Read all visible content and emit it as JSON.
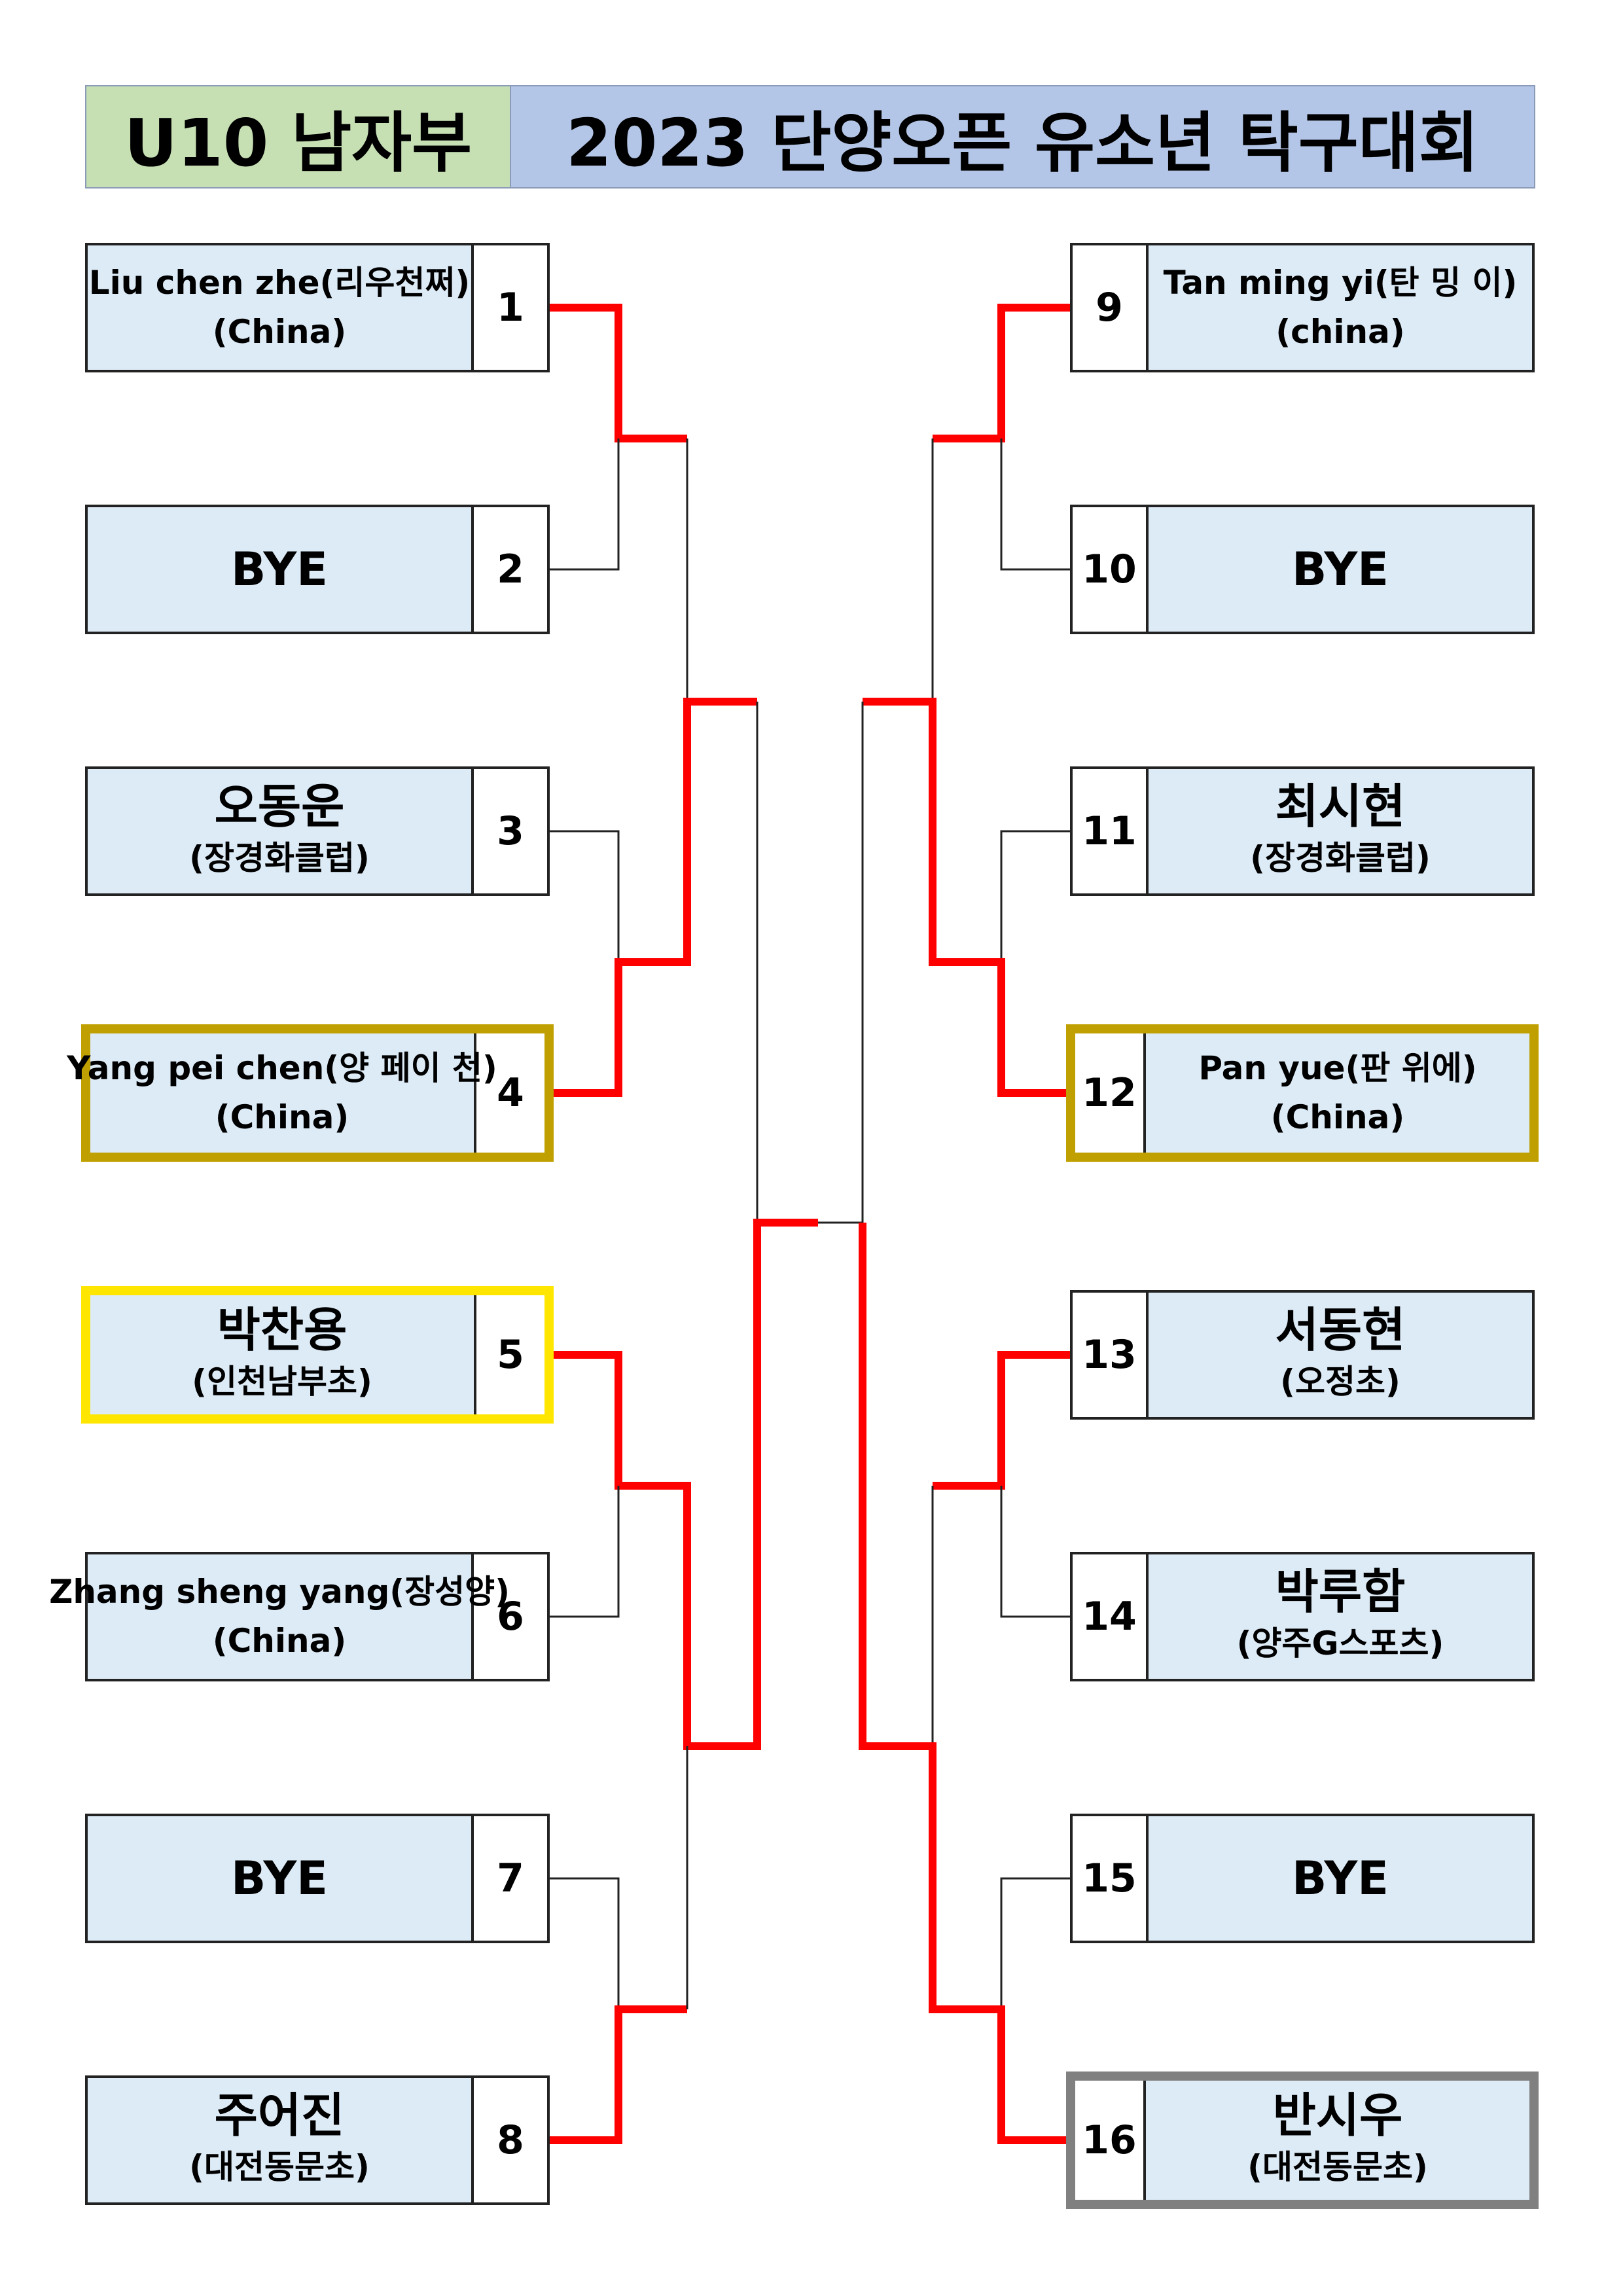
{
  "header": {
    "division": "U10  남자부",
    "event": "2023 단양오픈  유소년  탁구대회"
  },
  "entries": [
    {
      "seed": "1",
      "name": "Liu chen zhe(리우천쩌)",
      "team": "(China)",
      "side": "left",
      "style": "small",
      "highlight": "",
      "winner": true
    },
    {
      "seed": "2",
      "name": "BYE",
      "team": "",
      "side": "left",
      "style": "bye",
      "highlight": "",
      "winner": false
    },
    {
      "seed": "3",
      "name": "오동운",
      "team": "(장경화클럽)",
      "side": "left",
      "style": "big",
      "highlight": "",
      "winner": false
    },
    {
      "seed": "4",
      "name": "Yang pei chen(양 페이 천)",
      "team": "(China)",
      "side": "left",
      "style": "small",
      "highlight": "gold",
      "winner": true
    },
    {
      "seed": "5",
      "name": "박찬용",
      "team": "(인천남부초)",
      "side": "left",
      "style": "big",
      "highlight": "yellow",
      "winner": true
    },
    {
      "seed": "6",
      "name": "Zhang sheng yang(장성양)",
      "team": "(China)",
      "side": "left",
      "style": "small",
      "highlight": "",
      "winner": false
    },
    {
      "seed": "7",
      "name": "BYE",
      "team": "",
      "side": "left",
      "style": "bye",
      "highlight": "",
      "winner": false
    },
    {
      "seed": "8",
      "name": "주어진",
      "team": "(대전동문초)",
      "side": "left",
      "style": "big",
      "highlight": "",
      "winner": true
    },
    {
      "seed": "9",
      "name": "Tan ming yi(탄 밍 이)",
      "team": "(china)",
      "side": "right",
      "style": "small",
      "highlight": "",
      "winner": true
    },
    {
      "seed": "10",
      "name": "BYE",
      "team": "",
      "side": "right",
      "style": "bye",
      "highlight": "",
      "winner": false
    },
    {
      "seed": "11",
      "name": "최시현",
      "team": "(장경화클럽)",
      "side": "right",
      "style": "big",
      "highlight": "",
      "winner": false
    },
    {
      "seed": "12",
      "name": "Pan yue(판 위에)",
      "team": "(China)",
      "side": "right",
      "style": "small",
      "highlight": "gold",
      "winner": true
    },
    {
      "seed": "13",
      "name": "서동현",
      "team": "(오정초)",
      "side": "right",
      "style": "big",
      "highlight": "",
      "winner": true
    },
    {
      "seed": "14",
      "name": "박루함",
      "team": "(양주G스포츠)",
      "side": "right",
      "style": "big",
      "highlight": "",
      "winner": false
    },
    {
      "seed": "15",
      "name": "BYE",
      "team": "",
      "side": "right",
      "style": "bye",
      "highlight": "",
      "winner": false
    },
    {
      "seed": "16",
      "name": "반시우",
      "team": "(대전동문초)",
      "side": "right",
      "style": "big",
      "highlight": "gray",
      "winner": true
    }
  ],
  "colors": {
    "winner_line": "#ff0000",
    "line": "#222222",
    "gold": "#bfa000",
    "yellow": "#ffe600",
    "gray": "#808080"
  }
}
